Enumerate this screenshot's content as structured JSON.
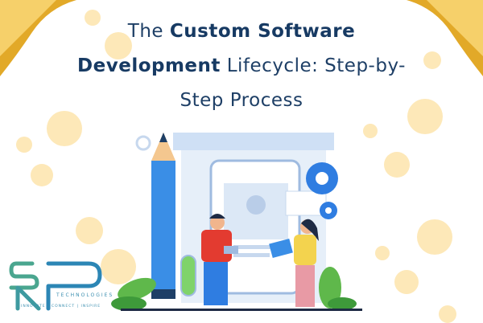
{
  "title": {
    "line1_regular": "The ",
    "line1_bold": "Custom Software",
    "line2_bold": "Development",
    "line2_regular": " Lifecycle: Step-by-",
    "line3_regular": "Step Process"
  },
  "logo": {
    "mark": "SRP",
    "name": "TECHNOLOGIES",
    "tagline": "INNOVATE | CONNECT | INSPIRE"
  },
  "colors": {
    "title": "#1e3f66",
    "dots": "#fde8b8",
    "corner_curl": "#e2a928",
    "accent_blue": "#2f7de1",
    "logo_green": "#5bb38a"
  }
}
